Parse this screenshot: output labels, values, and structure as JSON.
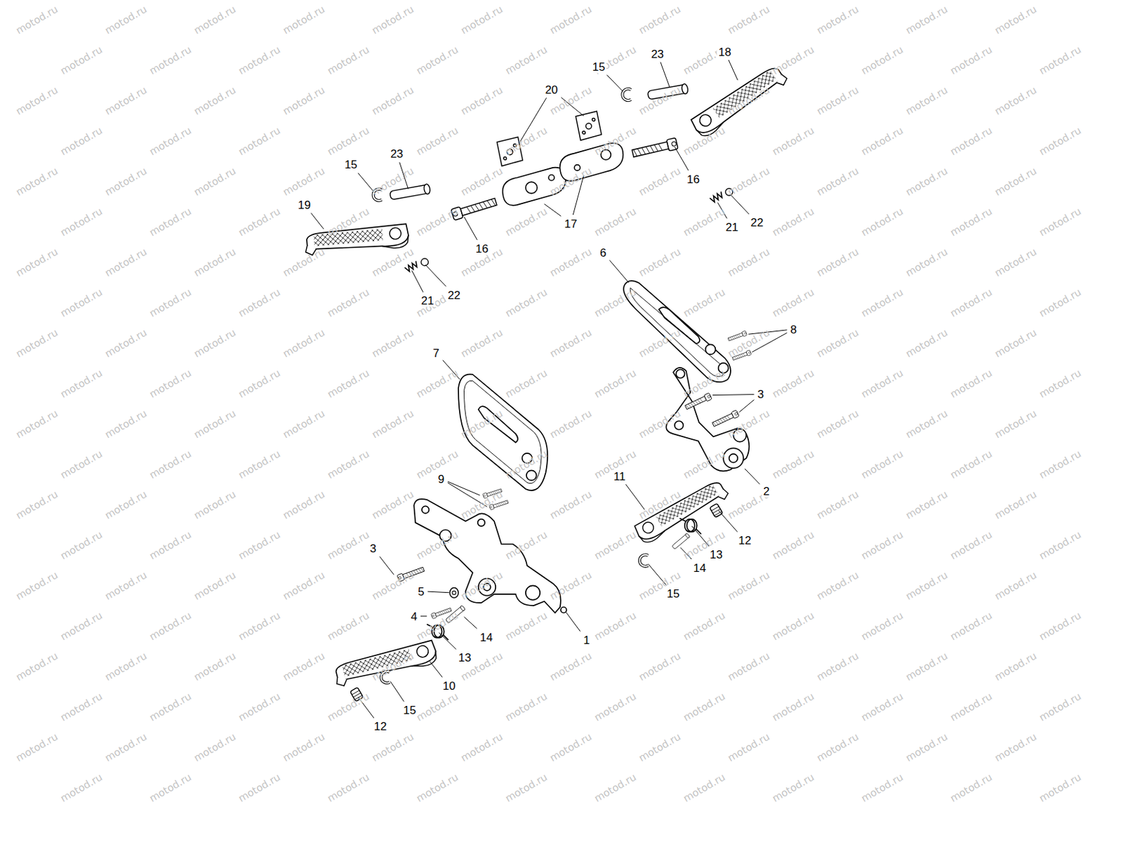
{
  "diagram": {
    "labels": [
      "20",
      "15",
      "23",
      "18",
      "15",
      "23",
      "16",
      "19",
      "17",
      "16",
      "21",
      "22",
      "21",
      "22",
      "6",
      "8",
      "7",
      "3",
      "9",
      "11",
      "2",
      "3",
      "12",
      "13",
      "5",
      "14",
      "4",
      "14",
      "1",
      "15",
      "13",
      "10",
      "15",
      "12",
      "motod.ru",
      "motod.ru",
      "motod.ru",
      "motod.ru",
      "motod.ru",
      "motod.ru",
      "motod.ru",
      "motod.ru",
      "motod.ru",
      "motod.ru",
      "motod.ru",
      "motod.ru",
      "motod.ru",
      "motod.ru",
      "motod.ru",
      "motod.ru",
      "motod.ru",
      "motod.ru",
      "motod.ru",
      "motod.ru",
      "motod.ru",
      "motod.ru",
      "motod.ru",
      "motod.ru",
      "motod.ru",
      "motod.ru",
      "motod.ru",
      "motod.ru",
      "motod.ru",
      "motod.ru",
      "motod.ru",
      "motod.ru",
      "motod.ru",
      "motod.ru",
      "motod.ru",
      "motod.ru",
      "motod.ru",
      "motod.ru",
      "motod.ru",
      "motod.ru",
      "motod.ru",
      "motod.ru",
      "motod.ru",
      "motod.ru",
      "motod.ru",
      "motod.ru",
      "motod.ru",
      "motod.ru",
      "motod.ru",
      "motod.ru",
      "motod.ru",
      "motod.ru",
      "motod.ru",
      "motod.ru",
      "motod.ru",
      "motod.ru",
      "motod.ru",
      "motod.ru",
      "motod.ru",
      "motod.ru",
      "motod.ru",
      "motod.ru",
      "motod.ru",
      "motod.ru",
      "motod.ru",
      "motod.ru",
      "motod.ru",
      "motod.ru",
      "motod.ru",
      "motod.ru",
      "motod.ru",
      "motod.ru",
      "motod.ru",
      "motod.ru",
      "motod.ru",
      "motod.ru",
      "motod.ru",
      "motod.ru",
      "motod.ru",
      "motod.ru",
      "motod.ru",
      "motod.ru",
      "motod.ru",
      "motod.ru",
      "motod.ru",
      "motod.ru",
      "motod.ru",
      "motod.ru",
      "motod.ru",
      "motod.ru",
      "motod.ru",
      "motod.ru",
      "motod.ru",
      "motod.ru",
      "motod.ru",
      "motod.ru",
      "motod.ru",
      "motod.ru",
      "motod.ru",
      "motod.ru",
      "motod.ru",
      "motod.ru",
      "motod.ru",
      "motod.ru",
      "motod.ru",
      "motod.ru",
      "motod.ru",
      "motod.ru",
      "motod.ru",
      "motod.ru",
      "motod.ru",
      "motod.ru",
      "motod.ru",
      "motod.ru",
      "motod.ru",
      "motod.ru",
      "motod.ru",
      "motod.ru",
      "motod.ru",
      "motod.ru",
      "motod.ru",
      "motod.ru",
      "motod.ru",
      "motod.ru",
      "motod.ru",
      "motod.ru",
      "motod.ru",
      "motod.ru",
      "motod.ru",
      "motod.ru",
      "motod.ru",
      "motod.ru",
      "motod.ru",
      "motod.ru",
      "motod.ru",
      "motod.ru",
      "motod.ru",
      "motod.ru",
      "motod.ru",
      "motod.ru",
      "motod.ru",
      "motod.ru",
      "motod.ru",
      "motod.ru",
      "motod.ru",
      "motod.ru",
      "motod.ru",
      "motod.ru",
      "motod.ru",
      "motod.ru",
      "motod.ru",
      "motod.ru",
      "motod.ru",
      "motod.ru",
      "motod.ru",
      "motod.ru",
      "motod.ru",
      "motod.ru",
      "motod.ru",
      "motod.ru",
      "motod.ru",
      "motod.ru",
      "motod.ru",
      "motod.ru",
      "motod.ru",
      "motod.ru",
      "motod.ru",
      "motod.ru",
      "motod.ru",
      "motod.ru",
      "motod.ru",
      "motod.ru",
      "motod.ru",
      "motod.ru",
      "motod.ru",
      "motod.ru",
      "motod.ru",
      "motod.ru",
      "motod.ru",
      "motod.ru",
      "motod.ru",
      "motod.ru",
      "motod.ru",
      "motod.ru",
      "motod.ru",
      "motod.ru",
      "motod.ru",
      "motod.ru",
      "motod.ru",
      "motod.ru",
      "motod.ru",
      "motod.ru",
      "motod.ru",
      "motod.ru",
      "motod.ru",
      "motod.ru",
      "motod.ru",
      "motod.ru",
      "motod.ru",
      "motod.ru",
      "motod.ru",
      "motod.ru",
      "motod.ru",
      "motod.ru",
      "motod.ru",
      "motod.ru",
      "motod.ru",
      "motod.ru",
      "motod.ru",
      "motod.ru",
      "motod.ru",
      "motod.ru",
      "motod.ru",
      "motod.ru",
      "motod.ru",
      "motod.ru",
      "motod.ru",
      "motod.ru",
      "motod.ru",
      "motod.ru",
      "motod.ru",
      "motod.ru",
      "motod.ru",
      "motod.ru",
      "motod.ru",
      "motod.ru",
      "motod.ru",
      "motod.ru",
      "motod.ru",
      "motod.ru",
      "motod.ru",
      "motod.ru",
      "motod.ru",
      "motod.ru",
      "motod.ru",
      "motod.ru",
      "motod.ru",
      "motod.ru",
      "motod.ru",
      "motod.ru"
    ]
  }
}
